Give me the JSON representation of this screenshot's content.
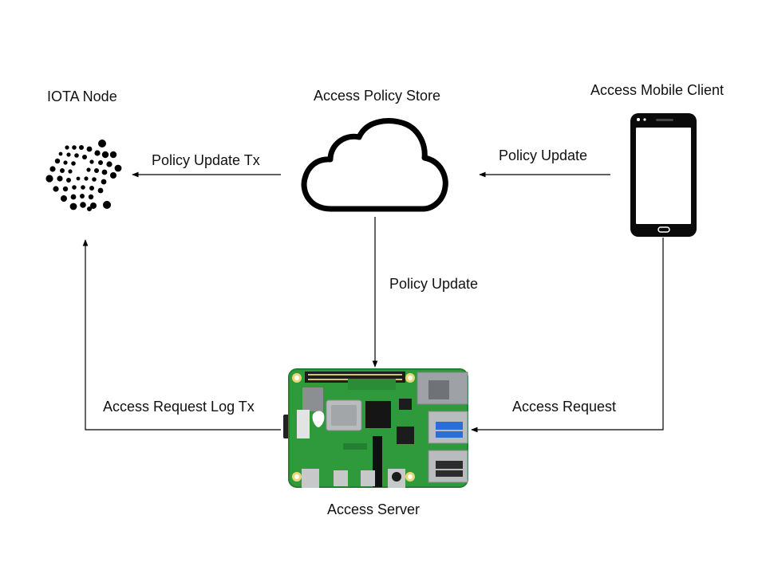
{
  "nodes": {
    "iota_node": "IOTA Node",
    "policy_store": "Access Policy Store",
    "mobile_client": "Access Mobile Client",
    "access_server": "Access Server"
  },
  "edges": {
    "policy_update_tx": "Policy Update Tx",
    "policy_update_top": "Policy Update",
    "policy_update_down": "Policy Update",
    "access_request_log_tx": "Access Request Log Tx",
    "access_request": "Access Request"
  },
  "icons": {
    "iota": "iota-logo-icon",
    "cloud": "cloud-icon",
    "phone": "smartphone-icon",
    "board": "raspberry-pi-board-icon"
  },
  "colors": {
    "board_green": "#2e9a3c",
    "connector_silver": "#b9bcbf",
    "usb_blue": "#2b6fd6",
    "line": "#000000"
  }
}
